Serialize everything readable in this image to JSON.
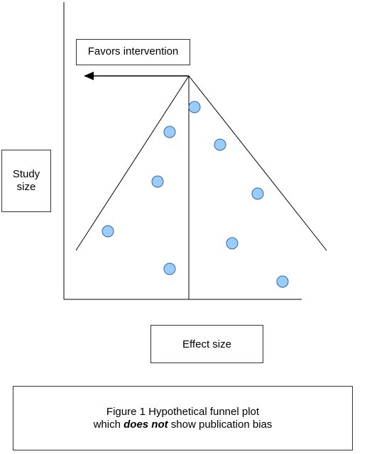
{
  "diagram": {
    "favors_label": "Favors intervention",
    "y_axis_label_line1": "Study",
    "y_axis_label_line2": "size",
    "x_axis_label": "Effect size",
    "caption_line1": "Figure 1 Hypothetical funnel plot",
    "caption_line2_before": "which ",
    "caption_line2_emphasis": "does not",
    "caption_line2_after": " show publication bias"
  },
  "colors": {
    "point_fill": "#99ccff",
    "point_stroke": "#3465a4",
    "line": "#000000"
  }
}
